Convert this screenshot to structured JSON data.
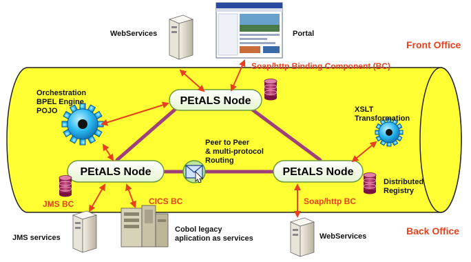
{
  "labels": {
    "front_office": "Front Office",
    "back_office": "Back Office",
    "webservices_top": "WebServices",
    "portal": "Portal",
    "soap_bc_top": "Soap/http Binding Component (BC)",
    "orchestration": [
      "Orchestration",
      "BPEL Engine",
      "POJO"
    ],
    "xslt": [
      "XSLT",
      "Transformation"
    ],
    "peer": [
      "Peer to Peer",
      "& multi-protocol",
      "Routing"
    ],
    "distributed": [
      "Distributed",
      "Registry"
    ],
    "jms_bc": "JMS BC",
    "cics_bc": "CICS BC",
    "soap_bc_bottom": "Soap/http BC",
    "jms_services": "JMS services",
    "cobol": [
      "Cobol legacy",
      "aplication as services"
    ],
    "webservices_bottom": "WebServices"
  },
  "nodes": {
    "top": "PEtALS Node",
    "left": "PEtALS Node",
    "right": "PEtALS Node"
  },
  "colors": {
    "bus_fill": "#ffff33",
    "accent_red": "#e8401c",
    "link_purple": "#a0407a",
    "gear_blue": "#22b4f0"
  }
}
